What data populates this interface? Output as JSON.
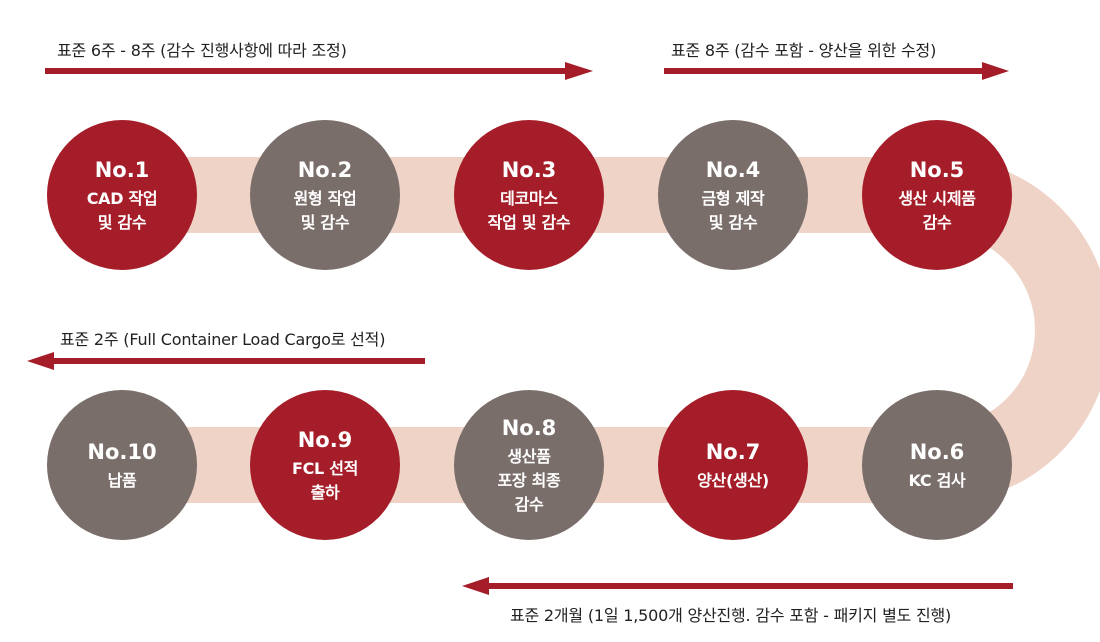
{
  "colors": {
    "accent_red": "#a51d28",
    "neutral_gray": "#7a6e6a",
    "track": "#efd3c6"
  },
  "captions": {
    "top_left": "표준 6주 - 8주 (감수 진행사항에 따라 조정)",
    "top_right": "표준 8주 (감수 포함 - 양산을 위한 수정)",
    "middle_left": "표준 2주 (Full Container Load Cargo로 선적)",
    "bottom_right": "표준 2개월 (1일 1,500개 양산진행. 감수 포함 - 패키지 별도 진행)"
  },
  "steps": [
    {
      "num": "No.1",
      "lines": [
        "CAD 작업",
        "및 감수"
      ],
      "tone": "red"
    },
    {
      "num": "No.2",
      "lines": [
        "원형 작업",
        "및 감수"
      ],
      "tone": "gray"
    },
    {
      "num": "No.3",
      "lines": [
        "데코마스",
        "작업 및 감수"
      ],
      "tone": "red"
    },
    {
      "num": "No.4",
      "lines": [
        "금형 제작",
        "및 감수"
      ],
      "tone": "gray"
    },
    {
      "num": "No.5",
      "lines": [
        "생산 시제품",
        "감수"
      ],
      "tone": "red"
    },
    {
      "num": "No.6",
      "lines": [
        "KC 검사"
      ],
      "tone": "gray"
    },
    {
      "num": "No.7",
      "lines": [
        "양산(생산)"
      ],
      "tone": "red"
    },
    {
      "num": "No.8",
      "lines": [
        "생산품",
        "포장 최종",
        "감수"
      ],
      "tone": "gray"
    },
    {
      "num": "No.9",
      "lines": [
        "FCL 선적",
        "출하"
      ],
      "tone": "red"
    },
    {
      "num": "No.10",
      "lines": [
        "납품"
      ],
      "tone": "gray"
    }
  ]
}
